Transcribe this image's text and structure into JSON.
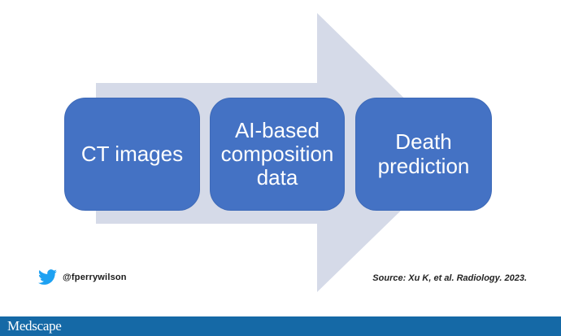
{
  "slide": {
    "process": {
      "type": "right-arrow-flow",
      "arrow_color": "#D5DAE8",
      "step_color": "#4472C4",
      "step_text_color": "#FFFFFF",
      "steps": [
        {
          "label": "CT images"
        },
        {
          "label": "AI-based composition data"
        },
        {
          "label": "Death prediction"
        }
      ]
    },
    "attribution": {
      "twitter_handle": "@fperrywilson",
      "twitter_icon_color": "#1DA1F2"
    },
    "source_citation": "Source: Xu K, et al. Radiology. 2023.",
    "footer": {
      "brand": "Medscape",
      "bar_color": "#1569A6"
    }
  }
}
